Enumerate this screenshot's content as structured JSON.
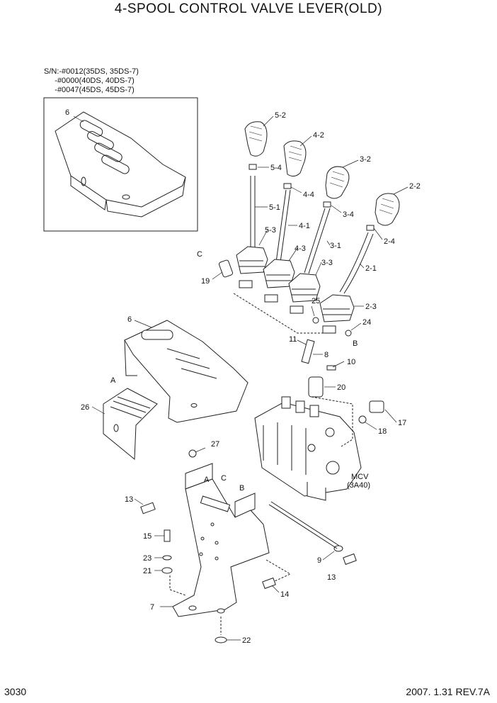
{
  "title": "4-SPOOL CONTROL VALVE LEVER(OLD)",
  "serial_notes": [
    "S/N:-#0012(35DS, 35DS-7)",
    "     -#0000(40DS, 40DS-7)",
    "     -#0047(45DS, 45DS-7)"
  ],
  "callouts": {
    "p5_2": "5-2",
    "p4_2": "4-2",
    "p3_2": "3-2",
    "p2_2": "2-2",
    "p5_4": "5-4",
    "p4_4": "4-4",
    "p3_4": "3-4",
    "p2_4": "2-4",
    "p5_1": "5-1",
    "p4_1": "4-1",
    "p3_1": "3-1",
    "p2_1": "2-1",
    "p5_3": "5-3",
    "p4_3": "4-3",
    "p3_3": "3-3",
    "p2_3": "2-3",
    "p6_inset": "6",
    "p6": "6",
    "p26": "26",
    "p27": "27",
    "p13a": "13",
    "p13b": "13",
    "p14": "14",
    "p15": "15",
    "p23": "23",
    "p21": "21",
    "p7": "7",
    "p22": "22",
    "p9": "9",
    "p8": "8",
    "p10": "10",
    "p11": "11",
    "p19": "19",
    "p20": "20",
    "p24": "24",
    "p25": "25",
    "p17": "17",
    "p18": "18",
    "refA1": "A",
    "refA2": "A",
    "refB1": "B",
    "refB2": "B",
    "refC1": "C",
    "refC2": "C",
    "mcv": "MCV",
    "mcv_code": "(3A40)"
  },
  "footer": {
    "page": "3030",
    "revision": "2007. 1.31 REV.7A"
  }
}
